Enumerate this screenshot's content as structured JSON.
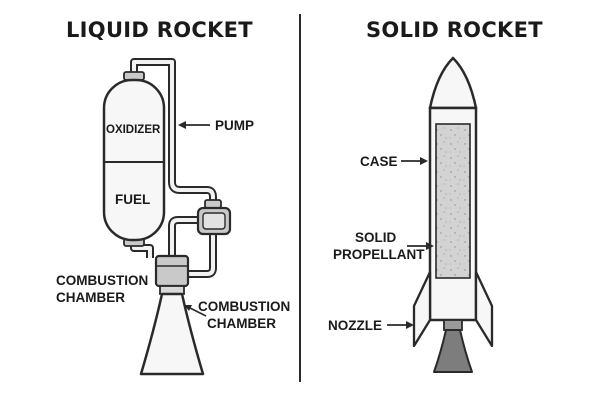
{
  "liquid": {
    "title": "LIQUID ROCKET",
    "labels": {
      "oxidizer": "OXIDIZER",
      "fuel": "FUEL",
      "pump": "PUMP",
      "combustion_1_line1": "COMBUSTION",
      "combustion_1_line2": "CHAMBER",
      "combustion_2_line1": "COMBUSTION",
      "combustion_2_line2": "CHAMBER"
    }
  },
  "solid": {
    "title": "SOLID ROCKET",
    "labels": {
      "case": "CASE",
      "propellant_line1": "SOLID",
      "propellant_line2": "PROPELLANT",
      "nozzle": "NOZZLE"
    }
  },
  "colors": {
    "line": "#2a2a2a",
    "fill_light": "#f7f7f7",
    "fill_gray": "#c9c9c9",
    "propellant": "#d3d3d3",
    "nozzle_dark": "#7d7d7d"
  }
}
